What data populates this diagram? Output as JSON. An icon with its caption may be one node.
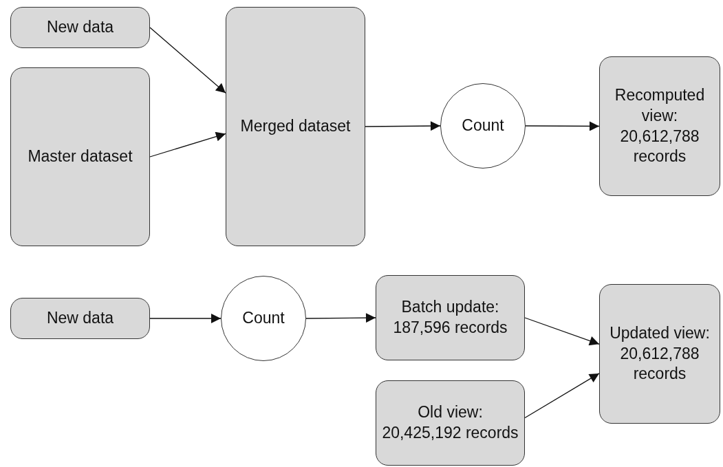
{
  "diagram": {
    "nodes": [
      {
        "text": [
          "New data"
        ]
      },
      {
        "text": [
          "Master dataset"
        ]
      },
      {
        "text": [
          "Merged dataset"
        ]
      },
      {
        "text": [
          "Count"
        ]
      },
      {
        "text": [
          "Recomputed view: 20,612,788 records"
        ]
      },
      {
        "text": [
          "New data"
        ]
      },
      {
        "text": [
          "Count"
        ]
      },
      {
        "text": [
          "Batch update: 187,596 records"
        ]
      },
      {
        "text": [
          "Updated view: 20,612,788 records"
        ]
      },
      {
        "text": [
          "Old view: 20,425,192 records"
        ]
      }
    ],
    "edges": [
      {
        "from": 0,
        "to": 2,
        "arrow": "to"
      },
      {
        "from": 1,
        "to": 2,
        "arrow": "to"
      },
      {
        "from": 2,
        "to": 3,
        "arrow": "to"
      },
      {
        "from": 3,
        "to": 4,
        "arrow": "to"
      },
      {
        "from": 5,
        "to": 6,
        "arrow": "to"
      },
      {
        "from": 6,
        "to": 7,
        "arrow": "to"
      },
      {
        "from": 7,
        "to": 8,
        "arrow": "to"
      },
      {
        "from": 9,
        "to": 8,
        "arrow": "to"
      }
    ]
  }
}
